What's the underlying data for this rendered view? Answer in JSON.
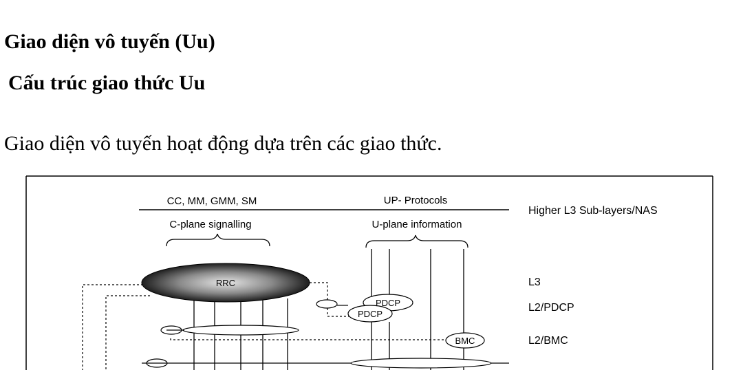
{
  "document": {
    "heading_1": "Giao diện vô tuyến (Uu)",
    "heading_2": "Cấu trúc giao thức Uu",
    "paragraph": "Giao diện vô tuyến hoạt động dựa trên các giao thức."
  },
  "figure": {
    "top_left_label": "CC, MM, GMM, SM",
    "top_mid_label": "UP- Protocols",
    "cplane_label": "C-plane signalling",
    "uplane_label": "U-plane information",
    "rrc_label": "RRC",
    "pdcp_label_1": "PDCP",
    "pdcp_label_2": "PDCP",
    "bmc_label": "BMC",
    "layer_labels": {
      "higher": "Higher L3 Sub-layers/NAS",
      "l3": "L3",
      "l2_pdcp": "L2/PDCP",
      "l2_bmc": "L2/BMC"
    },
    "colors": {
      "rrc_dark": "#1e1e1e",
      "rrc_light": "#e6e6e6",
      "line": "#000000"
    }
  }
}
